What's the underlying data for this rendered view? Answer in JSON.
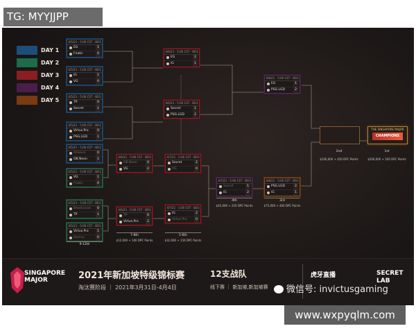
{
  "watermark_top": "TG: MYYJJPP",
  "watermark_bottom": "www.wxpyqlm.com",
  "legend": [
    {
      "label": "DAY 1",
      "color": "#1c4e7a"
    },
    {
      "label": "DAY 2",
      "color": "#1e6a4a"
    },
    {
      "label": "DAY 3",
      "color": "#8a1e22"
    },
    {
      "label": "DAY 4",
      "color": "#4a1e4a"
    },
    {
      "label": "DAY 5",
      "color": "#7a3a12"
    }
  ],
  "matches": {
    "ub_r1_1": {
      "hdr": "4/5/21 - 5:00 CST - BO1",
      "teams": [
        {
          "name": "EG",
          "score": "1"
        },
        {
          "name": "Fnatic",
          "score": "0"
        }
      ]
    },
    "ub_r1_2": {
      "hdr": "4/5/21 - 5:00 CST - BO1",
      "teams": [
        {
          "name": "iG",
          "score": "1"
        },
        {
          "name": "VG",
          "score": "0"
        }
      ]
    },
    "ub_r1_3": {
      "hdr": "4/5/21 - 5:00 CST - BO1",
      "teams": [
        {
          "name": "TP",
          "score": "0"
        },
        {
          "name": "Secret",
          "score": "1"
        }
      ]
    },
    "ub_r1_4": {
      "hdr": "4/5/21 - 5:00 CST - BO1",
      "teams": [
        {
          "name": "Virtus.Pro",
          "score": "0"
        },
        {
          "name": "PSG.LGD",
          "score": "1"
        }
      ]
    },
    "ub_r2_1": {
      "hdr": "4/6/21 - 5:00 CST - BO3",
      "teams": [
        {
          "name": "EG",
          "score": "2"
        },
        {
          "name": "iG",
          "score": "1"
        }
      ]
    },
    "ub_r2_2": {
      "hdr": "4/6/21 - 5:00 CST - BO3",
      "teams": [
        {
          "name": "Secret",
          "score": "1"
        },
        {
          "name": "PSG.LGD",
          "score": "2"
        }
      ]
    },
    "ub_final": {
      "hdr": "4/8/21 - 5:00 CST - BO3",
      "teams": [
        {
          "name": "EG",
          "score": "1"
        },
        {
          "name": "PSG.LGD",
          "score": "2"
        }
      ]
    },
    "lb_r1_1": {
      "hdr": "4/5/21 - 5:00 CST - BO1",
      "teams": [
        {
          "name": "Alliance",
          "score": "0"
        },
        {
          "name": "OB.Neon",
          "score": "1"
        }
      ]
    },
    "lb_r1_2": {
      "hdr": "4/5/21 - 5:00 CST - BO1",
      "teams": [
        {
          "name": "VG",
          "score": "1"
        },
        {
          "name": "Fnatic",
          "score": "0"
        }
      ]
    },
    "lb_r1_3": {
      "hdr": "4/5/21 - 5:00 CST - BO1",
      "teams": [
        {
          "name": "Beastcoast",
          "score": "0"
        },
        {
          "name": "TP",
          "score": "1"
        }
      ]
    },
    "lb_r1_4": {
      "hdr": "4/5/21 - 5:00 CST - BO1",
      "teams": [
        {
          "name": "Virtus.Pro",
          "score": "1"
        },
        {
          "name": "Quincy",
          "score": "0"
        }
      ]
    },
    "lb_r2_1": {
      "hdr": "4/6/21 - 5:00 CST - BO3",
      "teams": [
        {
          "name": "OB.Neon",
          "score": "0"
        },
        {
          "name": "VG",
          "score": "2"
        }
      ]
    },
    "lb_r2_2": {
      "hdr": "4/6/21 - 5:00 CST - BO3",
      "teams": [
        {
          "name": "TP",
          "score": "0"
        },
        {
          "name": "Virtus.Pro",
          "score": "2"
        }
      ]
    },
    "lb_r3_1": {
      "hdr": "4/7/21 - 5:00 CST - BO3",
      "teams": [
        {
          "name": "Secret",
          "score": "2"
        },
        {
          "name": "VG",
          "score": "0"
        }
      ]
    },
    "lb_r3_2": {
      "hdr": "4/7/21 - 5:00 CST - BO3",
      "teams": [
        {
          "name": "iG",
          "score": "2"
        },
        {
          "name": "Virtus.Pro",
          "score": "0"
        }
      ]
    },
    "lb_r4": {
      "hdr": "4/7/21 - 5:00 CST - BO3",
      "teams": [
        {
          "name": "Secret",
          "score": "1"
        },
        {
          "name": "iG",
          "score": "2"
        }
      ]
    },
    "lb_r5": {
      "hdr": "4/8/21 - 5:00 CST - BO3",
      "teams": [
        {
          "name": "PSG.LGD",
          "score": "2"
        },
        {
          "name": "iG",
          "score": "1"
        }
      ]
    }
  },
  "round_labels": {
    "r_9_12": "9-12th",
    "r_7_8": "7-8th",
    "r_5_6": "5-6th",
    "r_4": "4th",
    "r_3": "3rd",
    "r_2": "2nd",
    "r_1": "1st"
  },
  "prizes": {
    "p_7_8": "$12,000 + 100 DPC Points",
    "p_5_6": "$32,000 + 150 DPC Points",
    "p_4": "$45,000 + 250 DPC Points",
    "p_3": "$75,000 + 400 DPC Points",
    "p_2": "$100,000 + 450 DPC Points",
    "p_1": "$200,000 + 500 DPC Points"
  },
  "champion_card": {
    "title": "THE SINGAPORE MAJOR",
    "logo": "CHAMPIONS"
  },
  "footer": {
    "logo_line1": "SINGAPORE",
    "logo_line2": "MAJOR",
    "title": "2021年新加坡特级锦标赛",
    "subtitle": "淘汰赛阶段 ｜ 2021年3月31日-4月4日",
    "teams_count": "12支战队",
    "teams_sub": "线下赛 ｜ 新加坡,新加坡赛",
    "huya": "虎牙直播",
    "secret_line1": "SECRET",
    "secret_line2": "LAB",
    "wechat": "微信号: invictusgaming"
  }
}
